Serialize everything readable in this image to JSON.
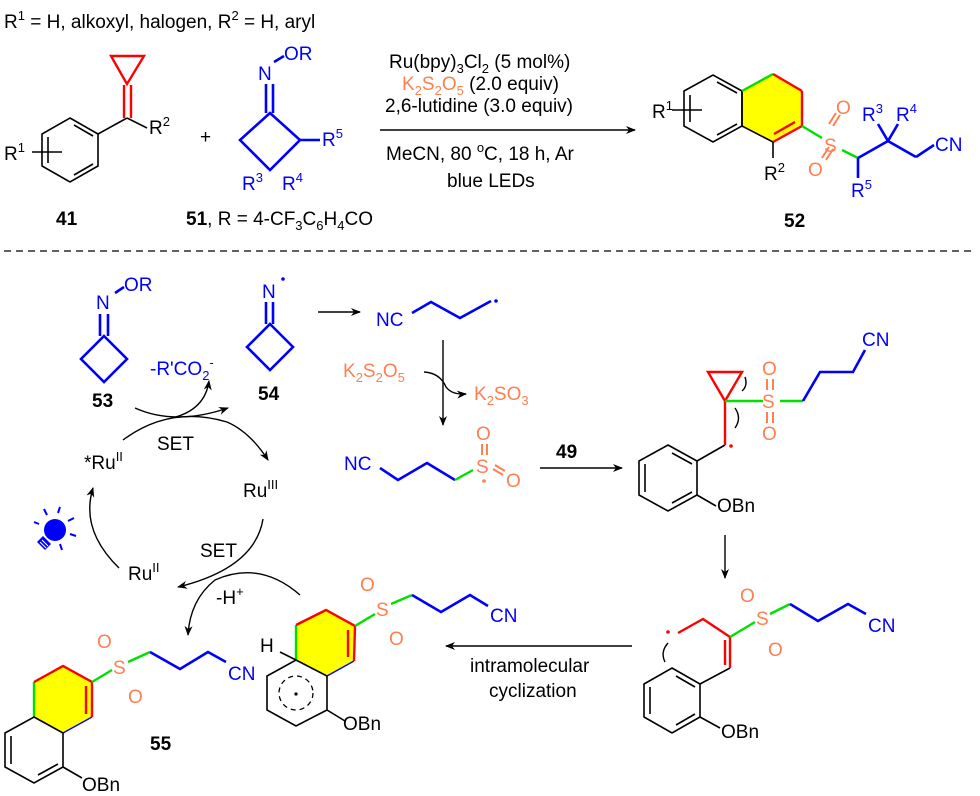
{
  "colors": {
    "reagent_blue": "#0000ff",
    "sulfur_orange": "#ff7f50",
    "bond_red": "#ff0000",
    "bond_green": "#00e000",
    "ring_yellow": "#ffff00"
  },
  "header": {
    "substituents_prefix": "R",
    "substituents_text": "R1 = H, alkoxyl, halogen, R2 = H, aryl",
    "r1_sup": "1",
    "r1_def": " = H, alkoxyl, halogen, R",
    "r2_sup": "2",
    "r2_def": " = H, aryl"
  },
  "compounds": {
    "c41": {
      "label": "41",
      "r1": "R",
      "r1_sup": "1",
      "r2": "R",
      "r2_sup": "2"
    },
    "c51": {
      "label": "51",
      "desc": ", R = 4-CF",
      "desc_sub3": "3",
      "desc_mid": "C",
      "desc_sub6": "6",
      "desc_h": "H",
      "desc_sub4": "4",
      "desc_end": "CO",
      "or": "OR",
      "n": "N",
      "r3": "R",
      "r3_sup": "3",
      "r4": "R",
      "r4_sup": "4",
      "r5": "R",
      "r5_sup": "5"
    },
    "c52": {
      "label": "52",
      "r1": "R",
      "r1_sup": "1",
      "r2": "R",
      "r2_sup": "2",
      "r3": "R",
      "r3_sup": "3",
      "r4": "R",
      "r4_sup": "4",
      "r5": "R",
      "r5_sup": "5",
      "cn": "CN",
      "s": "S",
      "o": "O"
    },
    "c53": {
      "label": "53",
      "n": "N",
      "or": "OR"
    },
    "c54": {
      "label": "54",
      "n": "N"
    },
    "c55": {
      "label": "55",
      "obn": "OBn",
      "cn": "CN",
      "s": "S",
      "o": "O"
    },
    "c49": {
      "label": "49"
    }
  },
  "plus": "+",
  "conditions": {
    "line1_a": "Ru(bpy)",
    "line1_sub3": "3",
    "line1_b": "Cl",
    "line1_sub2": "2",
    "line1_c": " (5 mol%)",
    "line2_k": "K",
    "line2_sub2a": "2",
    "line2_s": "S",
    "line2_sub2b": "2",
    "line2_o": "O",
    "line2_sub5": "5",
    "line2_rest": " (2.0 equiv)",
    "line3": "2,6-lutidine (3.0 equiv)",
    "line4_a": "MeCN, 80 ",
    "line4_sup": "o",
    "line4_b": "C, 18 h, Ar",
    "line5": "blue LEDs"
  },
  "mechanism": {
    "loss_carboxylate": "-R'CO",
    "loss_sub": "2",
    "loss_sup": "-",
    "nc": "NC",
    "k2s2o5": {
      "k": "K",
      "s1": "2",
      "s": "S",
      "s2": "2",
      "o": "O",
      "s3": "5"
    },
    "k2so3": {
      "k": "K",
      "s1": "2",
      "so": "SO",
      "s3": "3"
    },
    "set1": "SET",
    "set2": "SET",
    "ru_star": "*Ru",
    "ru_star_sup": "II",
    "ru3": "Ru",
    "ru3_sup": "III",
    "ru2": "Ru",
    "ru2_sup": "II",
    "minus_h": "-H",
    "minus_h_sup": "+",
    "h": "H",
    "obn": "OBn",
    "cn": "CN",
    "s": "S",
    "o": "O",
    "cyclization_line1": "intramolecular",
    "cyclization_line2": "cyclization"
  },
  "icons": {
    "light": "lightbulb-icon"
  }
}
